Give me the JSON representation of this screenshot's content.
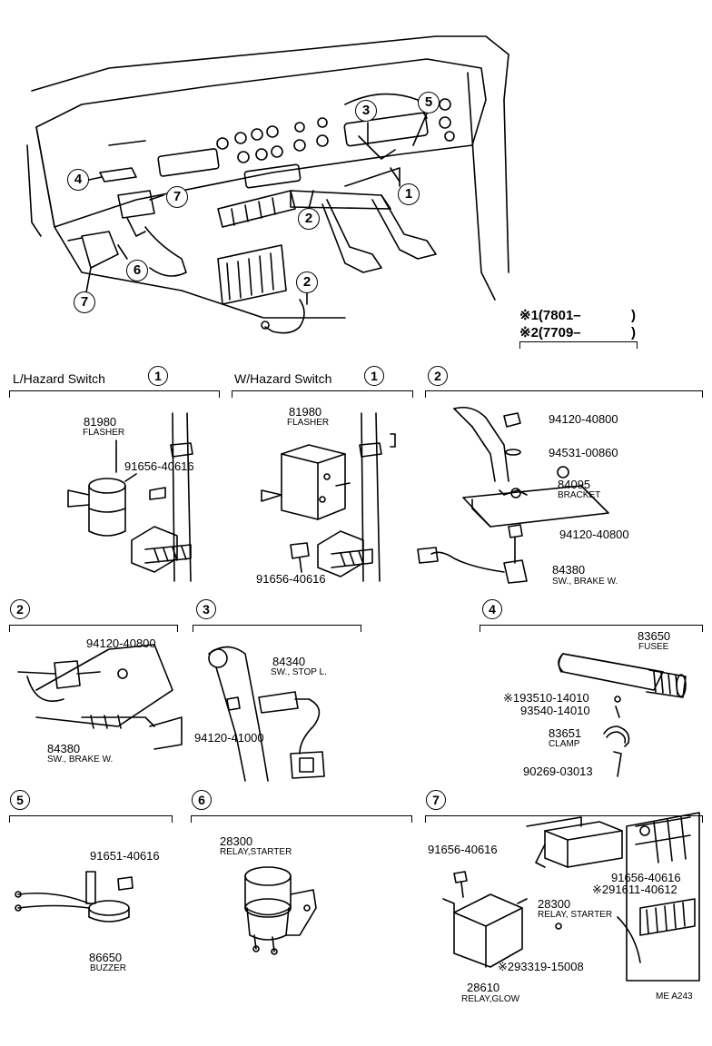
{
  "overview": {
    "callouts": [
      "4",
      "7",
      "6",
      "7",
      "3",
      "5",
      "1",
      "2",
      "2"
    ]
  },
  "notes": {
    "n1_mark": "※1",
    "n1_text": "(7801–",
    "n2_mark": "※2",
    "n2_text": "(7709–",
    "close": ")"
  },
  "sections": {
    "l_hazard": {
      "title": "L/Hazard Switch",
      "num": "1",
      "parts": [
        {
          "pn": "81980",
          "name": "FLASHER"
        },
        {
          "pn": "91656-40616"
        }
      ]
    },
    "w_hazard": {
      "title": "W/Hazard Switch",
      "num": "1",
      "parts": [
        {
          "pn": "81980",
          "name": "FLASHER"
        },
        {
          "pn": "91656-40616"
        }
      ]
    },
    "brake_top": {
      "num": "2",
      "parts": [
        {
          "pn": "94120-40800"
        },
        {
          "pn": "94531-00860"
        },
        {
          "pn": "84095",
          "name": "BRACKET"
        },
        {
          "pn": "94120-40800"
        },
        {
          "pn": "84380",
          "name": "SW., BRAKE W."
        }
      ]
    },
    "brake_mid": {
      "num": "2",
      "parts": [
        {
          "pn": "94120-40800"
        },
        {
          "pn": "84380",
          "name": "SW., BRAKE W."
        }
      ]
    },
    "stop": {
      "num": "3",
      "parts": [
        {
          "pn": "84340",
          "name": "SW., STOP L."
        },
        {
          "pn": "94120-41000"
        }
      ]
    },
    "fusee": {
      "num": "4",
      "parts": [
        {
          "pn": "83650",
          "name": "FUSEE"
        },
        {
          "pn": "※193510-14010"
        },
        {
          "pn": "93540-14010"
        },
        {
          "pn": "83651",
          "name": "CLAMP"
        },
        {
          "pn": "90269-03013"
        }
      ]
    },
    "buzzer": {
      "num": "5",
      "parts": [
        {
          "pn": "91651-40616"
        },
        {
          "pn": "86650",
          "name": "BUZZER"
        }
      ]
    },
    "relay_starter": {
      "num": "6",
      "parts": [
        {
          "pn": "28300",
          "name": "RELAY,STARTER"
        }
      ]
    },
    "glow": {
      "num": "7",
      "parts": [
        {
          "pn": "91656-40616"
        },
        {
          "pn": "91656-40616"
        },
        {
          "pn": "※291611-40612"
        },
        {
          "pn": "28300",
          "name": "RELAY, STARTER"
        },
        {
          "pn": "※293319-15008"
        },
        {
          "pn": "28610",
          "name": "RELAY,GLOW"
        }
      ]
    }
  },
  "footer": {
    "code": "ME  A243"
  }
}
